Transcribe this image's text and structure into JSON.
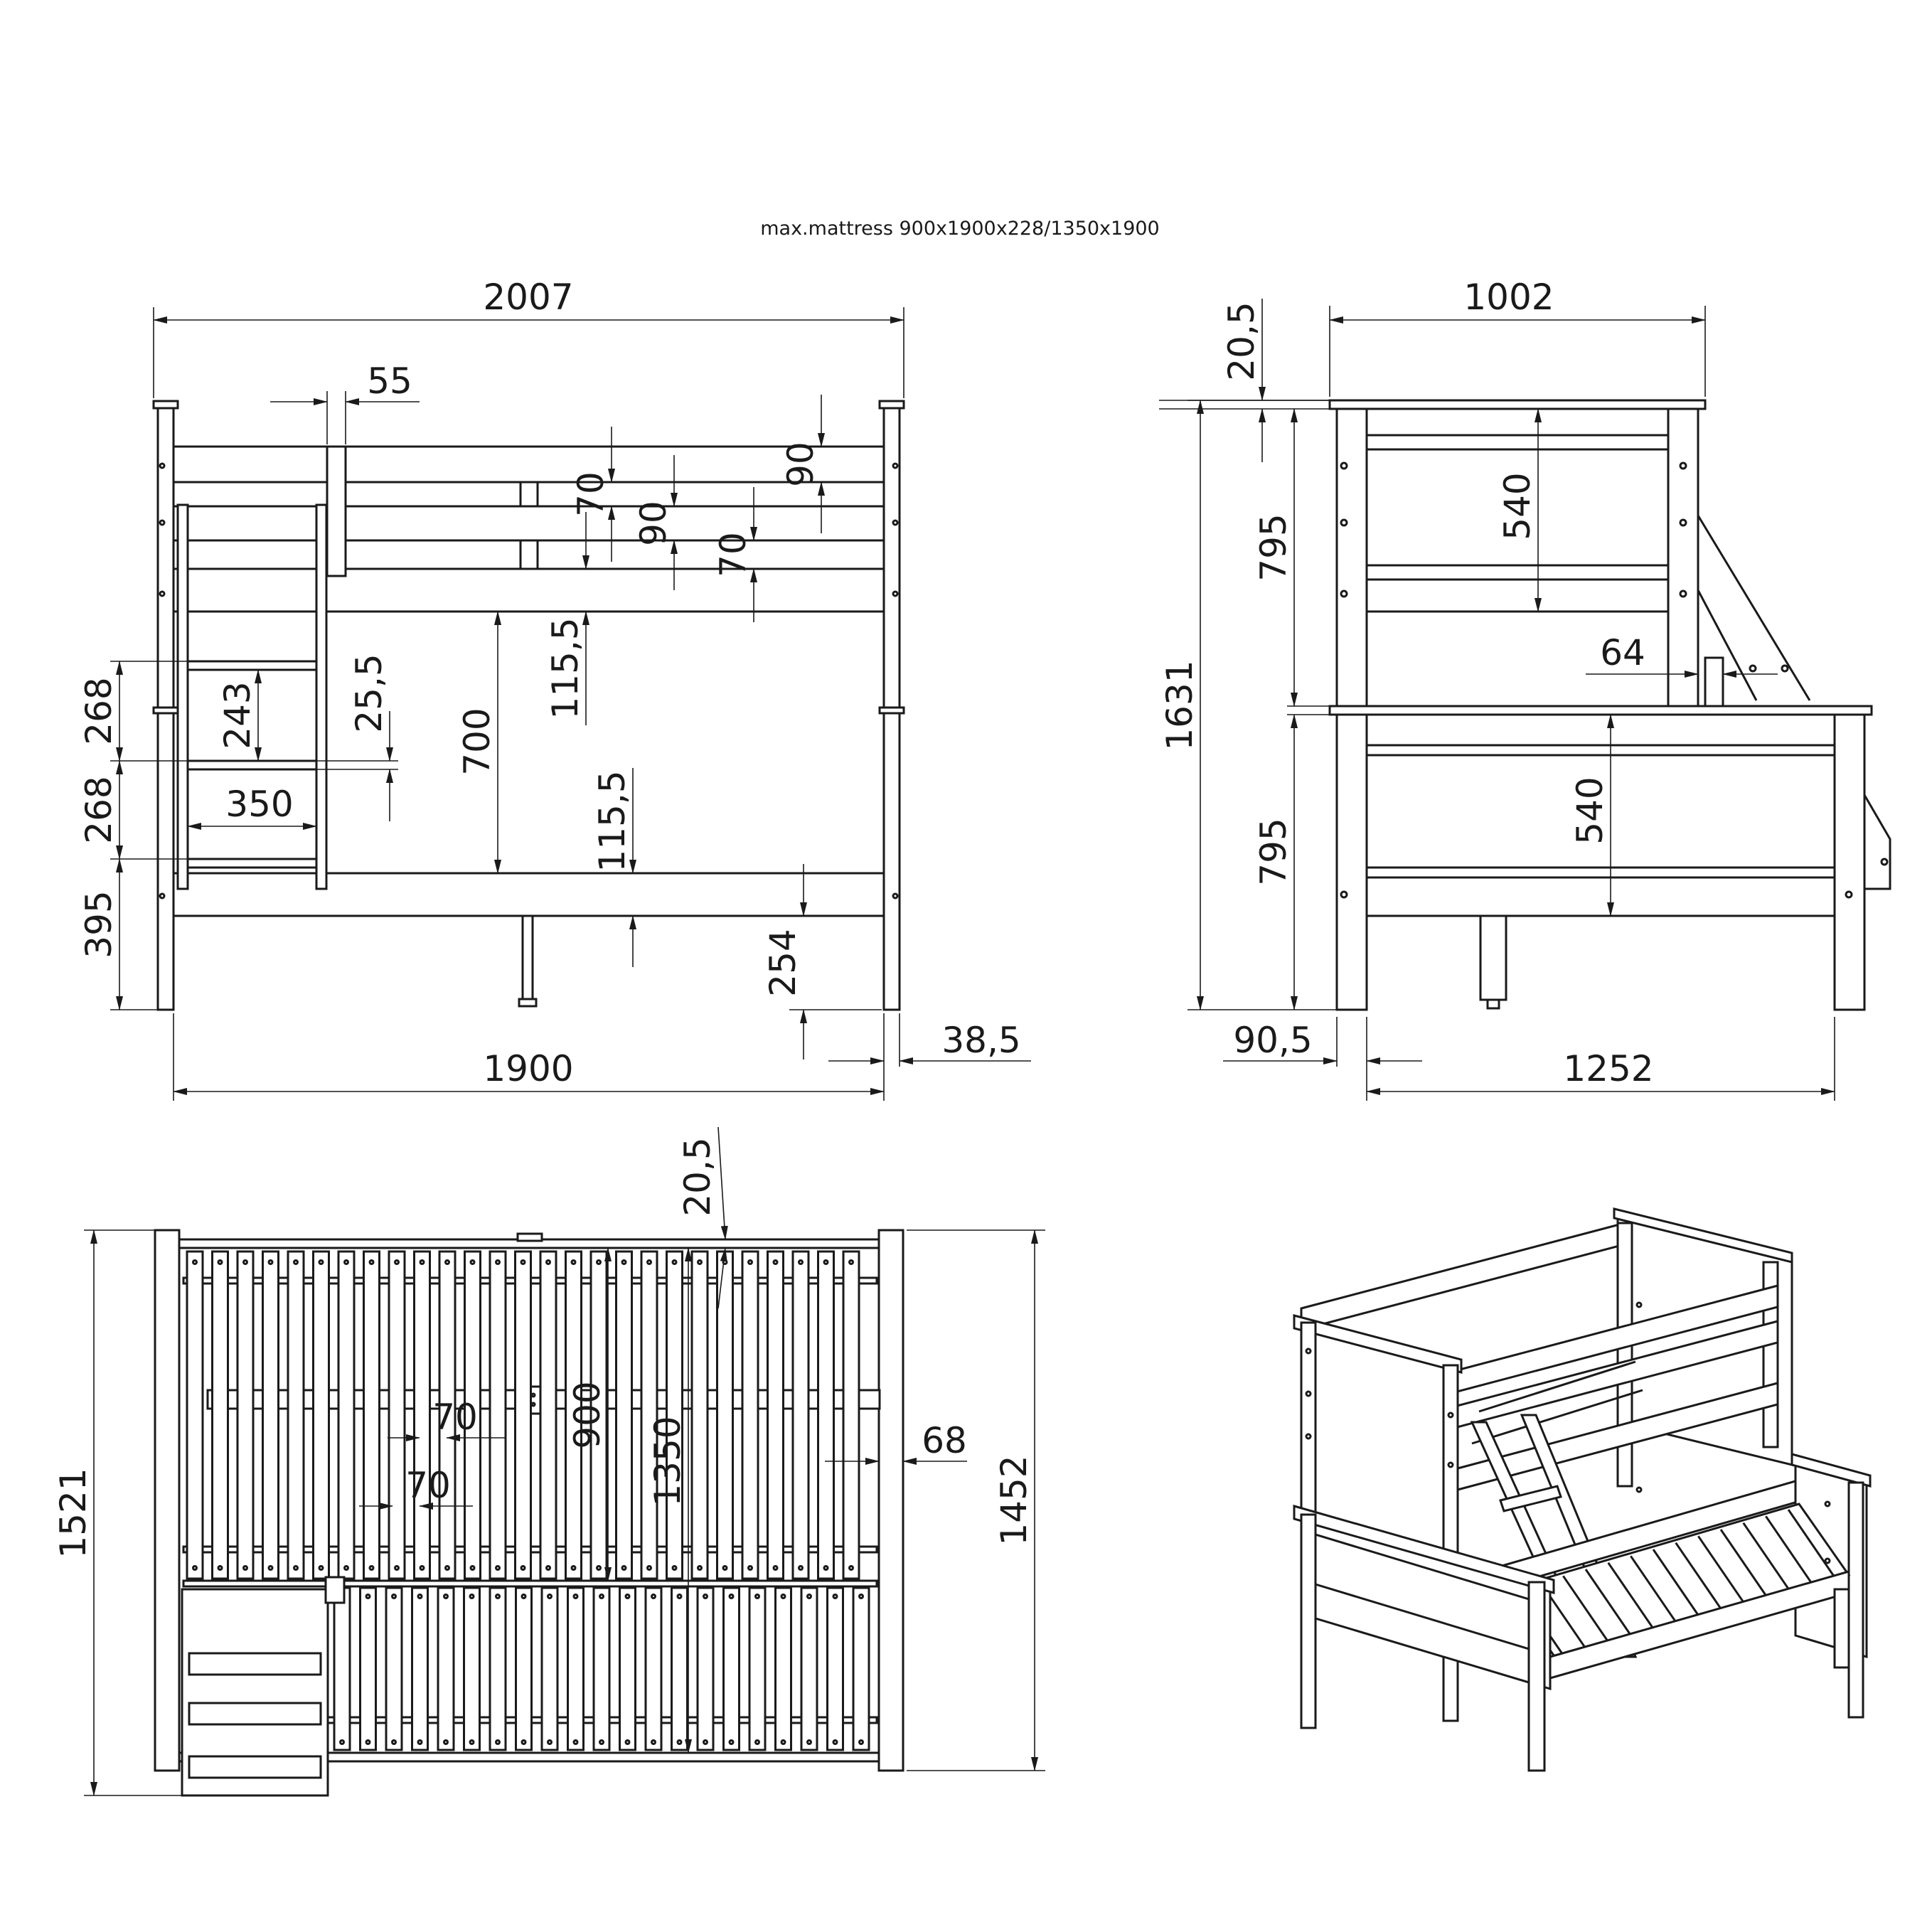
{
  "note": "max.mattress 900x1900x228/1350x1900",
  "side_view": {
    "overall_length": "2007",
    "post_width": "55",
    "rail_70_a": "70",
    "rail_90_a": "90",
    "rail_90_b": "90",
    "rail_70_b": "70",
    "rail_gap_top": "115,5",
    "between_beds": "700",
    "rail_gap_bottom": "115,5",
    "step_268_top": "268",
    "step_268_bottom": "268",
    "ladder_bottom": "395",
    "step_pitch": "243",
    "step_thickness": "25,5",
    "ladder_width": "350",
    "clearance": "254",
    "inner_length": "1900",
    "post_offset": "38,5"
  },
  "end_view": {
    "top_width": "1002",
    "cap": "20,5",
    "upper_height": "795",
    "upper_panel": "540",
    "total_height": "1631",
    "ladder_offset": "64",
    "lower_height": "795",
    "lower_panel": "540",
    "foot_offset": "90,5",
    "bottom_width": "1252"
  },
  "top_view": {
    "cap": "20,5",
    "overall_depth": "1521",
    "slat_gap_a": "70",
    "slat_gap_b": "70",
    "upper_mattress": "900",
    "lower_mattress": "1350",
    "rail_inset": "68",
    "inner_depth": "1452"
  }
}
